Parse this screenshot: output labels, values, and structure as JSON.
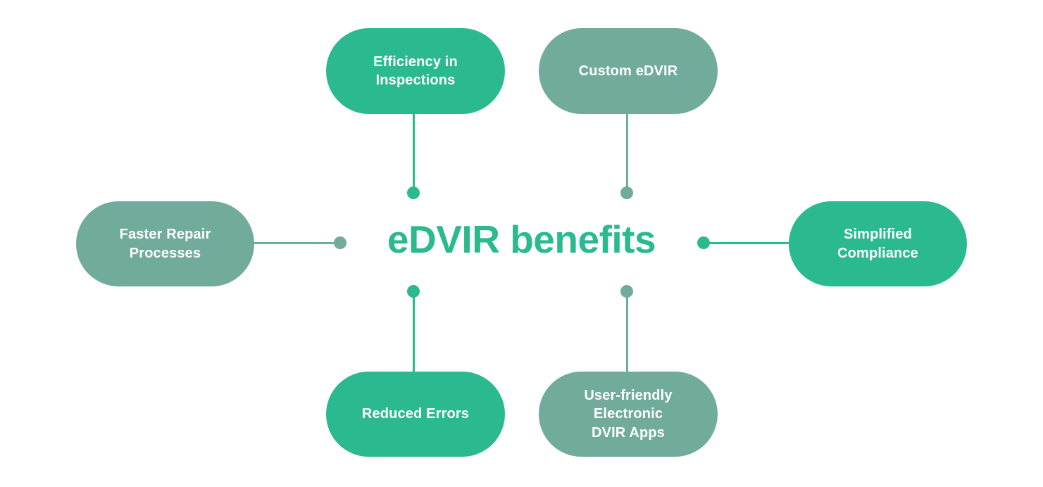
{
  "diagram": {
    "type": "radial-mind-map",
    "center": {
      "title": "eDVIR benefits",
      "color": "#2bba90"
    },
    "colors": {
      "accent_green": "#2bba90",
      "muted_green": "#71ab9b",
      "node_text": "#ffffff",
      "background": "#ffffff"
    },
    "nodes": [
      {
        "id": "efficiency-in-inspections",
        "label": "Efficiency in Inspections",
        "line1": "Efficiency in",
        "line2": "Inspections",
        "color": "#2bba90",
        "position": "top-left"
      },
      {
        "id": "custom-edvir",
        "label": "Custom eDVIR",
        "line1": "Custom eDVIR",
        "line2": "",
        "color": "#71ab9b",
        "position": "top-right"
      },
      {
        "id": "faster-repair-processes",
        "label": "Faster Repair Processes",
        "line1": "Faster Repair",
        "line2": "Processes",
        "color": "#71ab9b",
        "position": "left"
      },
      {
        "id": "simplified-compliance",
        "label": "Simplified Compliance",
        "line1": "Simplified",
        "line2": "Compliance",
        "color": "#2bba90",
        "position": "right"
      },
      {
        "id": "reduced-errors",
        "label": "Reduced Errors",
        "line1": "Reduced Errors",
        "line2": "",
        "color": "#2bba90",
        "position": "bottom-left"
      },
      {
        "id": "user-friendly-electronic-dvir-apps",
        "label": "User-friendly Electronic DVIR Apps",
        "line1": "User-friendly",
        "line2": "Electronic",
        "line3": "DVIR Apps",
        "color": "#71ab9b",
        "position": "bottom-right"
      }
    ]
  }
}
